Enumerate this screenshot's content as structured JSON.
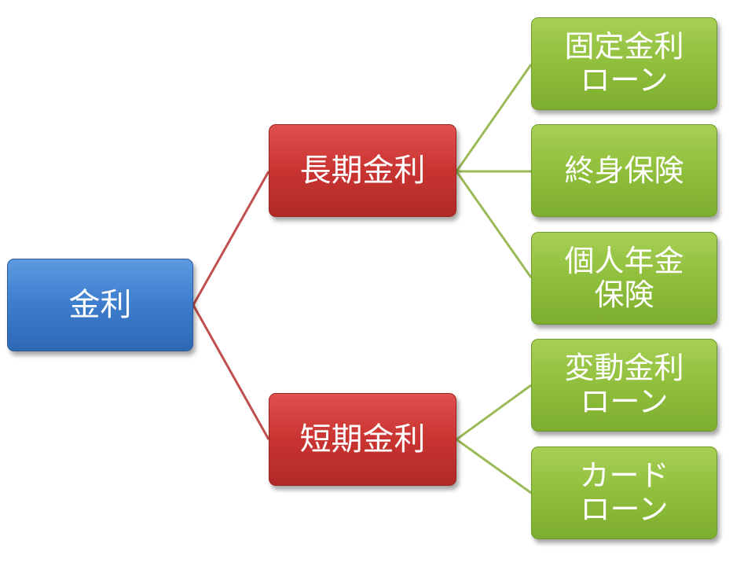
{
  "diagram": {
    "root": {
      "label": "金利"
    },
    "branches": [
      {
        "label": "長期金利",
        "children": [
          {
            "label": "固定金利\nローン"
          },
          {
            "label": "終身保険"
          },
          {
            "label": "個人年金\n保険"
          }
        ]
      },
      {
        "label": "短期金利",
        "children": [
          {
            "label": "変動金利\nローン"
          },
          {
            "label": "カード\nローン"
          }
        ]
      }
    ],
    "colors": {
      "root": "#3f7fcf",
      "branch": "#c93431",
      "leaf": "#90bf3c",
      "root_connector": "#c0504d",
      "leaf_connector": "#9bbb59"
    }
  }
}
